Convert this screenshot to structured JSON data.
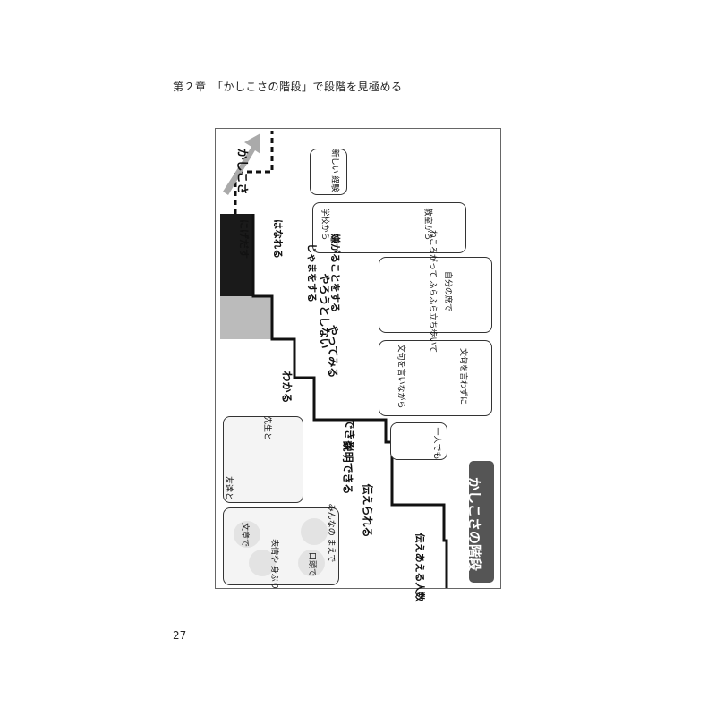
{
  "header": {
    "text": "第２章　「かしこさの階段」で段階を見極める"
  },
  "page_number": "27",
  "figure": {
    "title": "かしこさの階段",
    "stair_labels": {
      "kashikosa": "かしこさ",
      "teeeru": "伝えあえる人数",
      "tsutaerareru": "伝えられる",
      "setsumei": "説明できる",
      "dekiru": "できる",
      "wakaru": "わかる",
      "yattemiru": "やってみる",
      "yarouto": "やろうとしない",
      "iyagaru": "嫌がることをする",
      "jama": "じゃまをする",
      "hazureru": "はなれる",
      "nigedasu": "にげだす"
    },
    "bubbles": {
      "atarashii": "新しい\n経験",
      "gakko_kara": "学校から",
      "kyoshitsu_kara": "教室から",
      "nekorogatte": "ねころがって\nふらふら立ち歩いて",
      "jibun_no_seki": "自分の席で",
      "monku": "文句を言いながら",
      "monku_iwazu": "文句を言わずに",
      "hitoride": "一人でも",
      "sensei_to": "先生と",
      "tomodachi_to": "友達と",
      "minna": "みんなの\nまえで",
      "bunsho": "文章で",
      "kuchi": "口頭で",
      "hyojo": "表情や\n身ぶり"
    },
    "colors": {
      "dark": "#1a1a1a",
      "gray": "#bbbbbb",
      "title_bg": "#555555"
    }
  }
}
